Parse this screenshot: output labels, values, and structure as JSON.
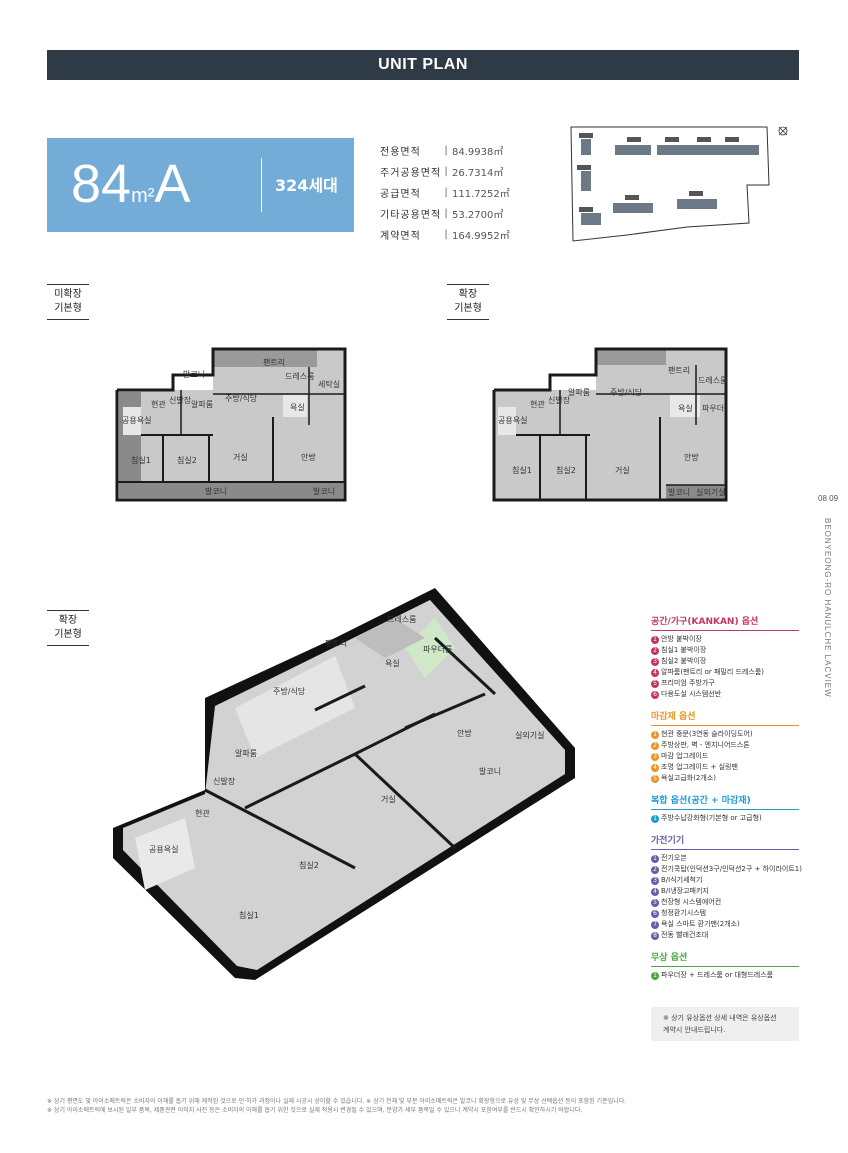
{
  "header": {
    "title": "UNIT PLAN"
  },
  "unit": {
    "size": "84",
    "unit_sup": "m²",
    "type": "A",
    "households": "324세대"
  },
  "areas": [
    {
      "label": "전용면적",
      "sep": "|",
      "value": "84.9938㎡"
    },
    {
      "label": "주거공용면적",
      "sep": "|",
      "value": "26.7314㎡"
    },
    {
      "label": "공급면적",
      "sep": "|",
      "value": "111.7252㎡"
    },
    {
      "label": "기타공용면적",
      "sep": "|",
      "value": "53.2700㎡"
    },
    {
      "label": "계약면적",
      "sep": "|",
      "value": "164.9952㎡"
    }
  ],
  "tags": {
    "plan1": [
      "미확장",
      "기본형"
    ],
    "plan2": [
      "확장",
      "기본형"
    ],
    "plan3": [
      "확장",
      "기본형"
    ]
  },
  "plan1_rooms": [
    "현관",
    "신발장",
    "알파룸",
    "주방/식당",
    "팬트리",
    "세탁실",
    "드레스룸",
    "욕실",
    "공용욕실",
    "침실1",
    "침실2",
    "거실",
    "안방",
    "발코니",
    "발코니",
    "발코니"
  ],
  "plan2_rooms": [
    "현관",
    "신발장",
    "알파룸",
    "주방/식당",
    "팬트리",
    "드레스룸",
    "욕실",
    "파우더",
    "공용욕실",
    "침실1",
    "침실2",
    "거실",
    "안방",
    "발코니",
    "실외기실"
  ],
  "iso_rooms": [
    "주방/식당",
    "드레스룸",
    "욕실",
    "파우더룸",
    "팬트리",
    "알파룸",
    "현관",
    "신발장",
    "공용욕실",
    "침실1",
    "침실2",
    "거실",
    "안방",
    "발코니",
    "실외기실"
  ],
  "side_text": {
    "page": "08 09",
    "brand": "BEONYEONG-RO HANULCHE LACVIEW"
  },
  "options": [
    {
      "title": "공간/가구(KANKAN) 옵션",
      "color": "#c3385a",
      "items": [
        "안방 붙박이장",
        "침실1 붙박이장",
        "침실2 붙박이장",
        "알파룸(팬트리 or 패밀리 드레스룸)",
        "프리미엄 주방가구",
        "다용도실 시스템선반"
      ]
    },
    {
      "title": "마감재 옵션",
      "color": "#e8962a",
      "items": [
        "현관 중문(3연동 슬라이딩도어)",
        "주방상판, 벽 - 엔지니어드스톤",
        "마감 업그레이드",
        "조명 업그레이드 + 실링팬",
        "욕실고급화(2개소)"
      ]
    },
    {
      "title": "복합 옵션(공간 + 마감재)",
      "color": "#1e9ad6",
      "items": [
        "주방수납강화형(기본형 or 고급형)"
      ]
    },
    {
      "title": "가전기기",
      "color": "#6a5aa8",
      "items": [
        "전기오븐",
        "전기쿡탑(인덕션3구/인덕션2구 + 하이라이트1)",
        "B/I식기세척기",
        "B/I냉장고패키지",
        "천장형 시스템에어컨",
        "청정환기시스템",
        "욕실 스마트 환기팬(2개소)",
        "전동 빨래건조대"
      ]
    },
    {
      "title": "무상 옵션",
      "color": "#4aa844",
      "items": [
        "파우더장 + 드레스룸 or 대형드레스룸"
      ]
    }
  ],
  "note": [
    "※ 상기 유상옵션 상세 내역은 유상옵션",
    "계약시 안내드립니다."
  ],
  "footer": [
    "※ 상기 평면도 및 아이소메트릭은 소비자의 이해를 돕기 위해 제작된 것으로 인·허가 과정이나 실제 시공시 상이할 수 있습니다. ※ 상기 전체 및 부분 아이소메트릭은 발코니 확장형으로 유상 및 무상 선택옵션 등이 포함된 기준입니다.",
    "※ 상기 아이소메트릭에 보시된 일부 품목, 제품관련 이미지 사진 등은 소비자의 이해를 돕기 위한 것으로 실제 적용시 변경될 수 있으며, 분양가 세부 품목일 수 있으니 계약시 포함여부를 반드시 확인하시기 바랍니다."
  ],
  "colors": {
    "header": "#2e3a46",
    "unit_box": "#74acd8",
    "wall": "#1a1a1a",
    "floor": "#c9c9c9"
  }
}
